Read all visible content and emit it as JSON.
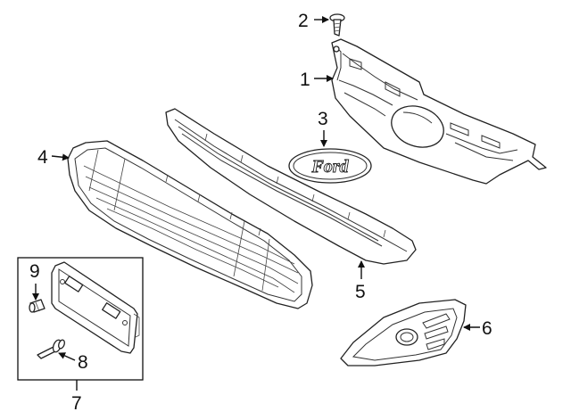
{
  "callouts": {
    "c1": "1",
    "c2": "2",
    "c3": "3",
    "c4": "4",
    "c5": "5",
    "c6": "6",
    "c7": "7",
    "c8": "8",
    "c9": "9"
  },
  "emblem": {
    "text": "Ford"
  },
  "colors": {
    "line": "#222222",
    "background": "#ffffff"
  }
}
